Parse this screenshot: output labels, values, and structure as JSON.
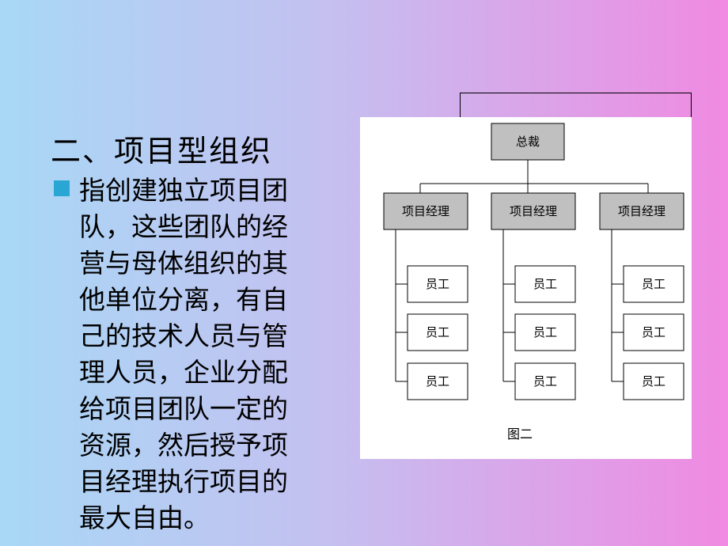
{
  "heading": "二、项目型组织",
  "body_lines": [
    "指创建独立项目团",
    "队，这些团队的经",
    "营与母体组织的其",
    "他单位分离，有自",
    "己的技术人员与管",
    "理人员，企业分配",
    "给项目团队一定的",
    "资源，然后授予项",
    "目经理执行项目的",
    "最大自由。"
  ],
  "org_chart": {
    "root": "总裁",
    "managers": [
      "项目经理",
      "项目经理",
      "项目经理"
    ],
    "staff": [
      [
        "员工",
        "员工",
        "员工"
      ],
      [
        "员工",
        "员工",
        "员工"
      ],
      [
        "员工",
        "员工",
        "员工"
      ]
    ],
    "caption": "图二"
  },
  "colors": {
    "bullet": "#2aa6d4",
    "node_gray": "#c0c0c0"
  }
}
